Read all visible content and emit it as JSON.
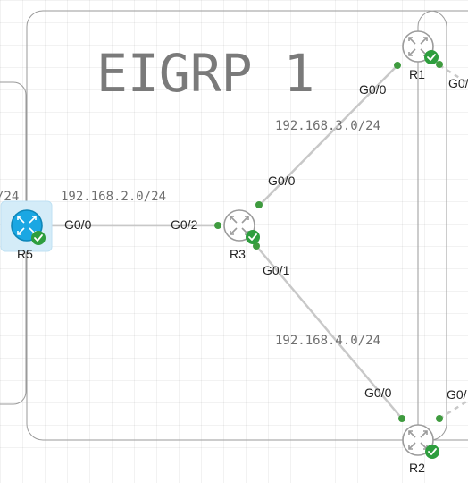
{
  "area": {
    "title": "EIGRP 1"
  },
  "subnets": {
    "r5_r3": "192.168.2.0/24",
    "r3_r1": "192.168.3.0/24",
    "r3_r2": "192.168.4.0/24",
    "left_cut": "/24"
  },
  "routers": {
    "r1": {
      "label": "R1",
      "status": "up",
      "icon": "router-icon"
    },
    "r2": {
      "label": "R2",
      "status": "up",
      "icon": "router-icon"
    },
    "r3": {
      "label": "R3",
      "status": "up",
      "icon": "router-icon"
    },
    "r5": {
      "label": "R5",
      "status": "up",
      "icon": "router-icon",
      "selected": true
    }
  },
  "interfaces": {
    "r5_g00": "G0/0",
    "r3_g02": "G0/2",
    "r3_g00": "G0/0",
    "r3_g01": "G0/1",
    "r1_g00": "G0/0",
    "r1_right": "G0/",
    "r2_g00": "G0/0",
    "r2_right": "G0/"
  },
  "colors": {
    "link": "#c8c8c8",
    "port": "#3f9b3f",
    "status_ok": "#2e9e3e",
    "selected_router": "#1aa7e3",
    "selection_bg": "#d4ecf8"
  }
}
